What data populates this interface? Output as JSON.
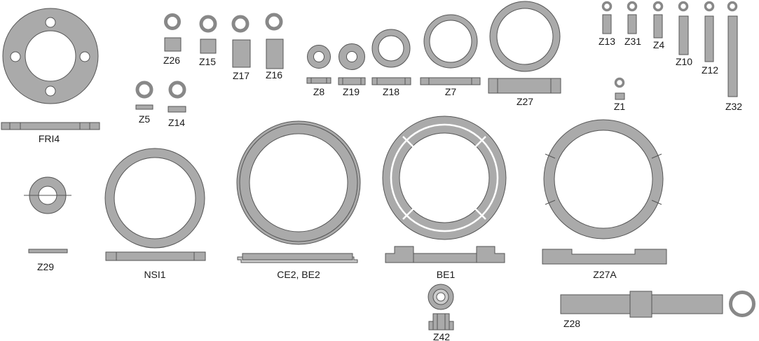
{
  "colors": {
    "fill": "#aaaaaa",
    "stroke": "#555555",
    "highlight": "#ffffff",
    "text": "#1a1a1a"
  },
  "labels": {
    "fri4": "FRI4",
    "z26": "Z26",
    "z15": "Z15",
    "z17": "Z17",
    "z16": "Z16",
    "z5": "Z5",
    "z14": "Z14",
    "z8": "Z8",
    "z19": "Z19",
    "z18": "Z18",
    "z7": "Z7",
    "z27": "Z27",
    "z13": "Z13",
    "z31": "Z31",
    "z4": "Z4",
    "z10": "Z10",
    "z12": "Z12",
    "z32": "Z32",
    "z1": "Z1",
    "z29": "Z29",
    "nsi1": "NSI1",
    "ce2_be2": "CE2, BE2",
    "be1": "BE1",
    "z27a": "Z27A",
    "z42": "Z42",
    "z28": "Z28"
  }
}
